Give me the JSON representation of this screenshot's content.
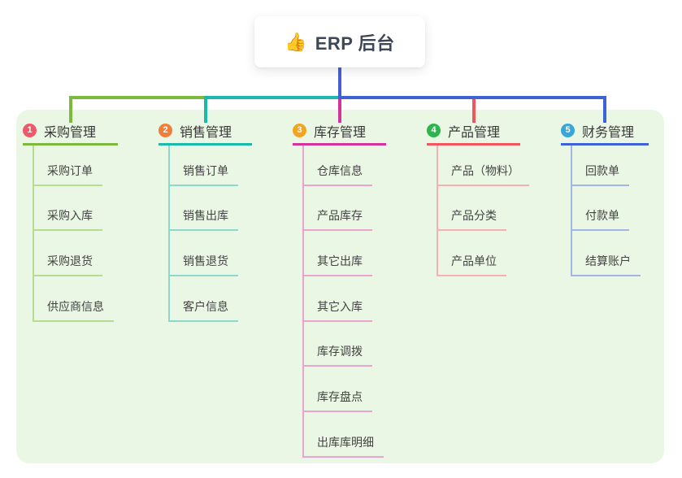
{
  "app": {
    "background_color": "#ffffff",
    "panel_color": "#eaf7e4"
  },
  "root": {
    "icon": "👍",
    "icon_name": "thumbs-up-icon",
    "label": "ERP 后台",
    "trunk_color": "#4560d2"
  },
  "sections": [
    {
      "number": "1",
      "title": "采购管理",
      "badge_color": "#f05968",
      "line_color": "#7cb93e",
      "line_light": "#b8db92",
      "children": [
        "采购订单",
        "采购入库",
        "采购退货",
        "供应商信息"
      ]
    },
    {
      "number": "2",
      "title": "销售管理",
      "badge_color": "#ef7d3b",
      "line_color": "#1bb9a9",
      "line_light": "#8cd8cd",
      "children": [
        "销售订单",
        "销售出库",
        "销售退货",
        "客户信息"
      ]
    },
    {
      "number": "3",
      "title": "库存管理",
      "badge_color": "#f4a41e",
      "line_color": "#d2349b",
      "line_light": "#e9a4d0",
      "children": [
        "仓库信息",
        "产品库存",
        "其它出库",
        "其它入库",
        "库存调拨",
        "库存盘点",
        "出库库明细"
      ]
    },
    {
      "number": "4",
      "title": "产品管理",
      "badge_color": "#2cb54d",
      "line_color": "#f2555e",
      "line_light": "#f8afb0",
      "children": [
        "产品（物料）",
        "产品分类",
        "产品单位"
      ]
    },
    {
      "number": "5",
      "title": "财务管理",
      "badge_color": "#37a7da",
      "line_color": "#3f63d4",
      "line_light": "#a3b5e6",
      "children": [
        "回款单",
        "付款单",
        "结算账户"
      ]
    }
  ]
}
